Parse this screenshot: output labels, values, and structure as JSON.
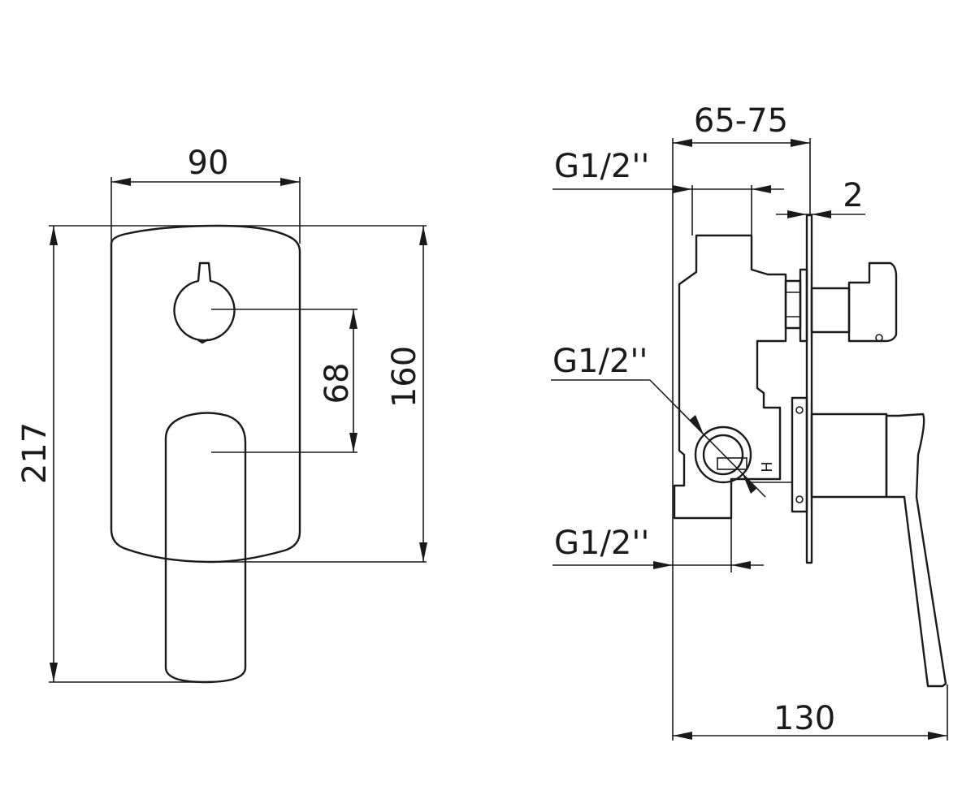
{
  "front_view": {
    "dim_width": "90",
    "dim_height_total": "217",
    "dim_height_plate": "160",
    "dim_axis_spacing": "68"
  },
  "side_view": {
    "dim_depth_range": "65-75",
    "dim_plate_thickness": "2",
    "dim_total_depth": "130",
    "thread_top": "G1/2''",
    "thread_middle": "G1/2''",
    "thread_bottom": "G1/2''",
    "hot_mark": "H"
  }
}
